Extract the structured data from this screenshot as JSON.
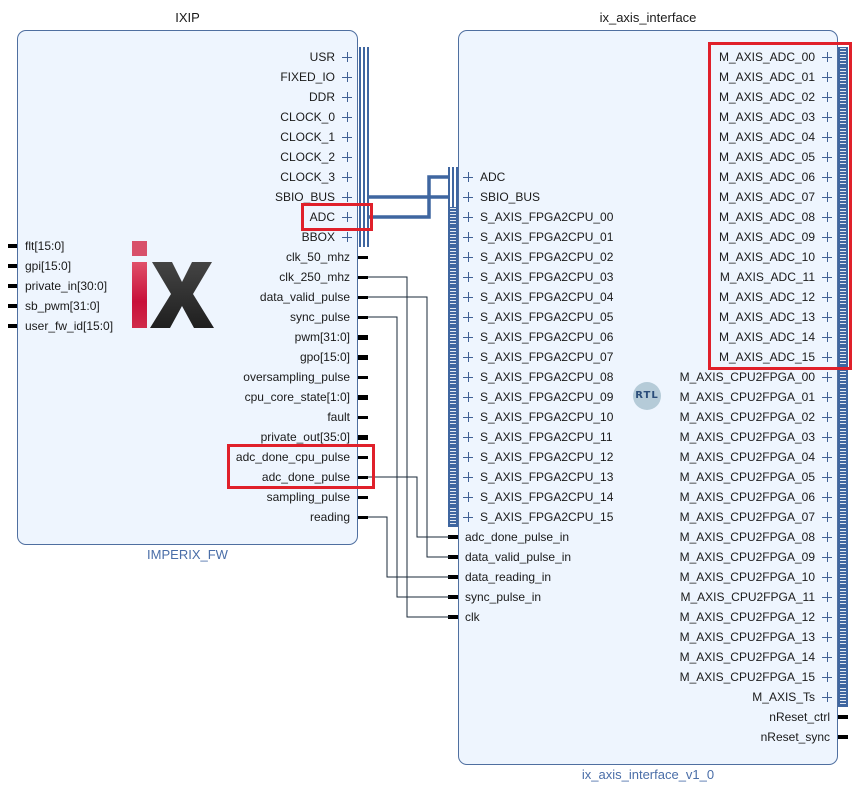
{
  "blocks": {
    "ixip": {
      "title": "IXIP",
      "instance_name": "IMPERIX_FW",
      "logo": "ix",
      "left_pins": [
        "flt[15:0]",
        "gpi[15:0]",
        "private_in[30:0]",
        "sb_pwm[31:0]",
        "user_fw_id[15:0]"
      ],
      "right_bus_pins": [
        "USR",
        "FIXED_IO",
        "DDR",
        "CLOCK_0",
        "CLOCK_1",
        "CLOCK_2",
        "CLOCK_3",
        "SBIO_BUS",
        "ADC",
        "BBOX"
      ],
      "right_pins": [
        "clk_50_mhz",
        "clk_250_mhz",
        "data_valid_pulse",
        "sync_pulse",
        "pwm[31:0]",
        "gpo[15:0]",
        "oversampling_pulse",
        "cpu_core_state[1:0]",
        "fault",
        "private_out[35:0]",
        "adc_done_cpu_pulse",
        "adc_done_pulse",
        "sampling_pulse",
        "reading"
      ]
    },
    "ix_axis_interface": {
      "title": "ix_axis_interface",
      "instance_name": "ix_axis_interface_v1_0",
      "badge": "RTL",
      "left_bus_pins": [
        "ADC",
        "SBIO_BUS",
        "S_AXIS_FPGA2CPU_00",
        "S_AXIS_FPGA2CPU_01",
        "S_AXIS_FPGA2CPU_02",
        "S_AXIS_FPGA2CPU_03",
        "S_AXIS_FPGA2CPU_04",
        "S_AXIS_FPGA2CPU_05",
        "S_AXIS_FPGA2CPU_06",
        "S_AXIS_FPGA2CPU_07",
        "S_AXIS_FPGA2CPU_08",
        "S_AXIS_FPGA2CPU_09",
        "S_AXIS_FPGA2CPU_10",
        "S_AXIS_FPGA2CPU_11",
        "S_AXIS_FPGA2CPU_12",
        "S_AXIS_FPGA2CPU_13",
        "S_AXIS_FPGA2CPU_14",
        "S_AXIS_FPGA2CPU_15"
      ],
      "left_pins": [
        "adc_done_pulse_in",
        "data_valid_pulse_in",
        "data_reading_in",
        "sync_pulse_in",
        "clk"
      ],
      "right_bus_pins": [
        "M_AXIS_ADC_00",
        "M_AXIS_ADC_01",
        "M_AXIS_ADC_02",
        "M_AXIS_ADC_03",
        "M_AXIS_ADC_04",
        "M_AXIS_ADC_05",
        "M_AXIS_ADC_06",
        "M_AXIS_ADC_07",
        "M_AXIS_ADC_08",
        "M_AXIS_ADC_09",
        "M_AXIS_ADC_10",
        "M_AXIS_ADC_11",
        "M_AXIS_ADC_12",
        "M_AXIS_ADC_13",
        "M_AXIS_ADC_14",
        "M_AXIS_ADC_15",
        "M_AXIS_CPU2FPGA_00",
        "M_AXIS_CPU2FPGA_01",
        "M_AXIS_CPU2FPGA_02",
        "M_AXIS_CPU2FPGA_03",
        "M_AXIS_CPU2FPGA_04",
        "M_AXIS_CPU2FPGA_05",
        "M_AXIS_CPU2FPGA_06",
        "M_AXIS_CPU2FPGA_07",
        "M_AXIS_CPU2FPGA_08",
        "M_AXIS_CPU2FPGA_09",
        "M_AXIS_CPU2FPGA_10",
        "M_AXIS_CPU2FPGA_11",
        "M_AXIS_CPU2FPGA_12",
        "M_AXIS_CPU2FPGA_13",
        "M_AXIS_CPU2FPGA_14",
        "M_AXIS_CPU2FPGA_15",
        "M_AXIS_Ts"
      ],
      "right_pins": [
        "nReset_ctrl",
        "nReset_sync"
      ]
    }
  },
  "connections": [
    {
      "from": "IXIP.SBIO_BUS",
      "to": "ix_axis_interface.SBIO_BUS",
      "kind": "bus"
    },
    {
      "from": "IXIP.ADC",
      "to": "ix_axis_interface.ADC",
      "kind": "bus"
    },
    {
      "from": "IXIP.clk_250_mhz",
      "to": "ix_axis_interface.clk",
      "kind": "net"
    },
    {
      "from": "IXIP.data_valid_pulse",
      "to": "ix_axis_interface.data_valid_pulse_in",
      "kind": "net"
    },
    {
      "from": "IXIP.sync_pulse",
      "to": "ix_axis_interface.sync_pulse_in",
      "kind": "net"
    },
    {
      "from": "IXIP.adc_done_pulse",
      "to": "ix_axis_interface.adc_done_pulse_in",
      "kind": "net"
    },
    {
      "from": "IXIP.reading",
      "to": "ix_axis_interface.data_reading_in",
      "kind": "net"
    }
  ],
  "highlights": [
    "IXIP.ADC",
    "IXIP.adc_done_cpu_pulse+adc_done_pulse",
    "ix_axis_interface.M_AXIS_ADC_00..15"
  ],
  "colors": {
    "block_fill": "#eef5fe",
    "block_border": "#4f6fa0",
    "bus": "#3f66a0",
    "net": "#1a2a3a",
    "highlight": "#e0202a",
    "logo_i": "#c8103a",
    "logo_x": "#2e2e2e"
  }
}
